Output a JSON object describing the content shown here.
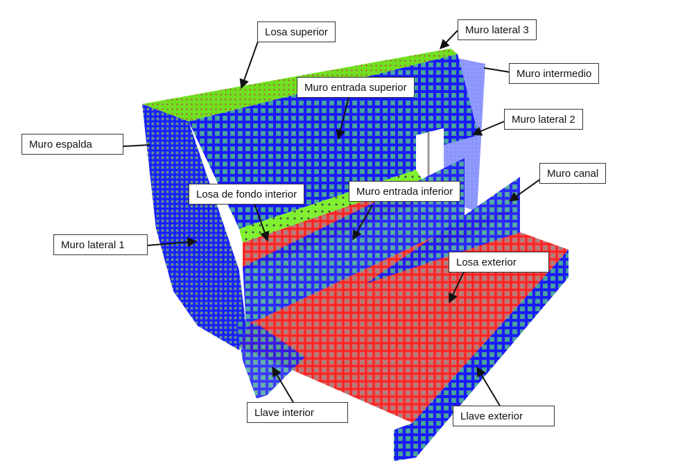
{
  "diagram": {
    "title": "Modelo estructural de elementos finitos",
    "colors": {
      "blue_mesh": "#1a1aff",
      "blue_cell": "#3a8f9a",
      "green_mesh": "#66e01a",
      "red_mesh": "#ff2020",
      "red_cell": "#c07070",
      "light_blue": "#7f8cff",
      "label_border": "#333333",
      "arrow": "#111111"
    },
    "components": [
      {
        "id": "losa-superior",
        "label": "Losa superior",
        "color": "green"
      },
      {
        "id": "muro-lateral-3",
        "label": "Muro lateral 3",
        "color": "blue"
      },
      {
        "id": "muro-intermedio",
        "label": "Muro intermedio",
        "color": "light-blue"
      },
      {
        "id": "muro-entrada-superior",
        "label": "Muro entrada superior",
        "color": "blue"
      },
      {
        "id": "muro-lateral-2",
        "label": "Muro lateral 2",
        "color": "light-blue"
      },
      {
        "id": "muro-espalda",
        "label": "Muro espalda",
        "color": "blue"
      },
      {
        "id": "muro-canal",
        "label": "Muro canal",
        "color": "blue"
      },
      {
        "id": "losa-de-fondo-interior",
        "label": "Losa de fondo interior",
        "color": "red"
      },
      {
        "id": "muro-entrada-inferior",
        "label": "Muro entrada inferior",
        "color": "blue"
      },
      {
        "id": "muro-lateral-1",
        "label": "Muro lateral 1",
        "color": "blue"
      },
      {
        "id": "losa-exterior",
        "label": "Losa exterior",
        "color": "red"
      },
      {
        "id": "llave-interior",
        "label": "Llave interior",
        "color": "blue"
      },
      {
        "id": "llave-exterior",
        "label": "Llave exterior",
        "color": "blue"
      }
    ]
  }
}
